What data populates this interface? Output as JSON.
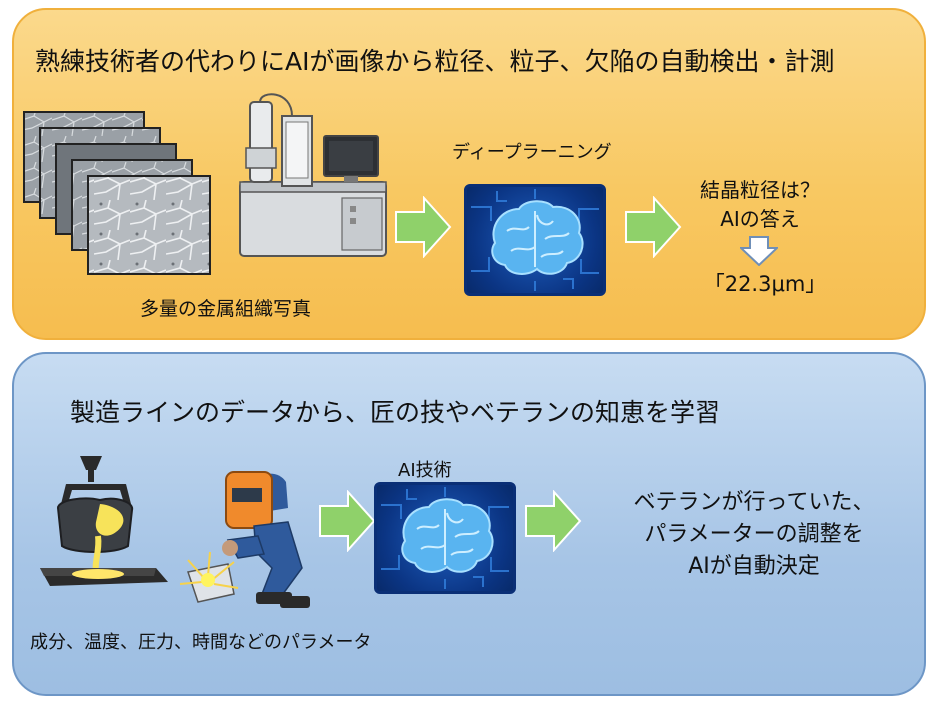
{
  "top": {
    "title": "熟練技術者の代わりにAIが画像から粒径、粒子、欠陥の自動検出・計測",
    "photos_caption": "多量の金属組織写真",
    "deep_learning_label": "ディープラーニング",
    "question_line1": "結晶粒径は？",
    "question_line2": "AIの答え",
    "answer": "「22.3μm」"
  },
  "bottom": {
    "title": "製造ラインのデータから、匠の技やベテランの知恵を学習",
    "ai_label": "AI技術",
    "result_line1": "ベテランが行っていた、",
    "result_line2": "パラメーターの調整を",
    "result_line3": "AIが自動決定",
    "params_caption": "成分、温度、圧力、時間などのパラメータ"
  },
  "colors": {
    "top_panel": "#f8c862",
    "bottom_panel": "#a7c5e6",
    "arrow_green": "#8fd16a",
    "brain_tile": "#0b3584",
    "brain": "#59b4f0"
  }
}
